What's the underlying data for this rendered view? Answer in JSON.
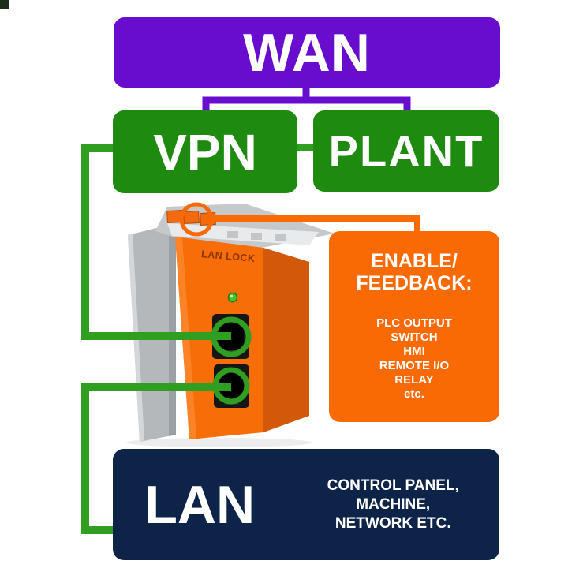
{
  "colors": {
    "wan_purple": "#680CCE",
    "box_green": "#1E8B10",
    "line_green": "#2F9E21",
    "orange": "#F96A05",
    "navy": "#0D2448",
    "device_gray": "#B4B8BB",
    "text_white": "#FFFFFF",
    "led_green": "#42C82A"
  },
  "wan": {
    "label": "WAN"
  },
  "vpn": {
    "label": "VPN"
  },
  "plant": {
    "label": "PLANT"
  },
  "enable_feedback": {
    "title_lines": [
      "ENABLE/",
      "FEEDBACK:"
    ],
    "items": [
      "PLC OUTPUT",
      "SWITCH",
      "HMI",
      "REMOTE I/O",
      "RELAY",
      "etc."
    ]
  },
  "lan": {
    "label": "LAN",
    "description_lines": [
      "CONTROL PANEL,",
      "MACHINE,",
      "NETWORK ETC."
    ]
  },
  "device": {
    "label": "LAN LOCK"
  }
}
